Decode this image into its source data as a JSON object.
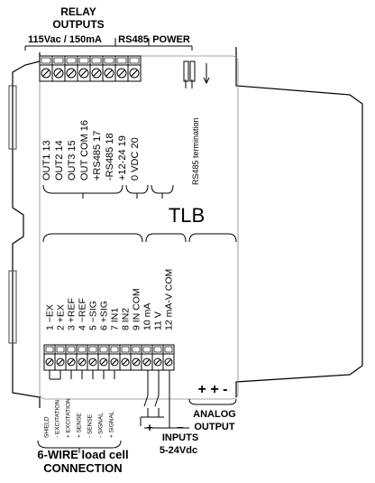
{
  "header": {
    "relay_line1": "RELAY",
    "relay_line2": "OUTPUTS",
    "relay_rating": "115Vac / 150mA",
    "rs485": "RS485",
    "power": "POWER"
  },
  "device": {
    "name": "TLB",
    "rs485_termination": "RS485 termination"
  },
  "top_terminals": [
    {
      "label": "OUT1 13"
    },
    {
      "label": "OUT2 14"
    },
    {
      "label": "OUT3 15"
    },
    {
      "label": "OUT COM 16"
    },
    {
      "label": "+RS485 17"
    },
    {
      "label": "-RS485 18"
    },
    {
      "label": "+12-24 19"
    },
    {
      "label": "0 VDC 20"
    }
  ],
  "bottom_terminals": [
    {
      "label": "1  −EX"
    },
    {
      "label": "2  +EX"
    },
    {
      "label": "3  +REF"
    },
    {
      "label": "4  −REF"
    },
    {
      "label": "5  −SIG"
    },
    {
      "label": "6  +SIG"
    },
    {
      "label": "7  IN1"
    },
    {
      "label": "8  IN2"
    },
    {
      "label": "9  IN COM"
    },
    {
      "label": "10  mA"
    },
    {
      "label": "11  V"
    },
    {
      "label": "12  mA-V COM"
    }
  ],
  "loadcell_wires": [
    {
      "label": "SHIELD"
    },
    {
      "label": "- EXCITATION"
    },
    {
      "label": "+ EXCITATION"
    },
    {
      "label": "+ SENSE"
    },
    {
      "label": "- SENSE"
    },
    {
      "label": "- SIGNAL"
    },
    {
      "label": "+ SIGNAL"
    }
  ],
  "footer": {
    "loadcell_line1": "6-WIRE load cell",
    "loadcell_line2": "CONNECTION",
    "inputs_line1": "INPUTS",
    "inputs_line2": "5-24Vdc",
    "inputs_plus": "+",
    "inputs_minus": "−",
    "analog_line1": "ANALOG",
    "analog_line2": "OUTPUT",
    "analog_signs": "+ + -"
  }
}
